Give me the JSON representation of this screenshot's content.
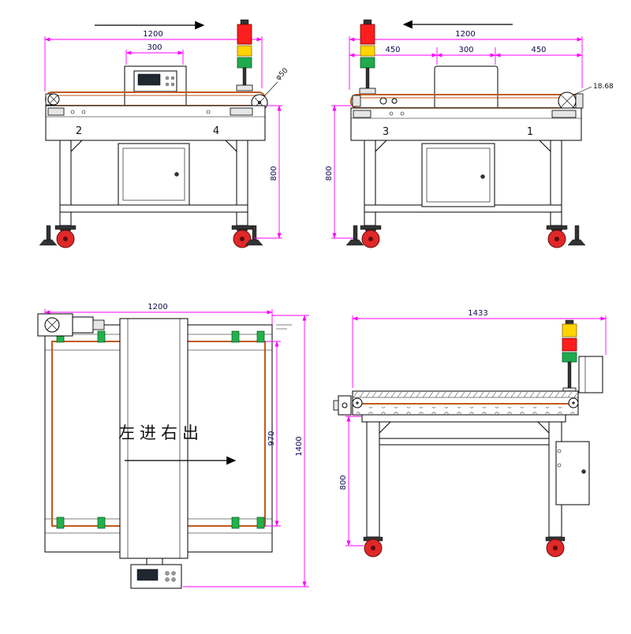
{
  "colors": {
    "dimension": "#ff00ff",
    "dimension_text": "#0a0a50",
    "belt": "#c05a1e",
    "guide_green": "#22b14c",
    "wheel_red": "#e02828",
    "lamp_red": "#ff1e1e",
    "lamp_yellow": "#ffd400",
    "lamp_green": "#1faa4e"
  },
  "views": {
    "front": {
      "dim_width": "1200",
      "dim_head": "300",
      "dim_height": "800",
      "pulley_label": "φ50",
      "frame_no_left": "2",
      "frame_no_right": "4"
    },
    "rear": {
      "dim_width": "1200",
      "dim_left": "450",
      "dim_center": "300",
      "dim_right": "450",
      "dim_height": "800",
      "belt_label": "18.68",
      "frame_no_left": "3",
      "frame_no_right": "1"
    },
    "plan": {
      "dim_width": "1200",
      "dim_belt": "970",
      "dim_length": "1400",
      "flow_text": "左进右出"
    },
    "side": {
      "dim_width": "1433",
      "dim_height": "800"
    }
  }
}
